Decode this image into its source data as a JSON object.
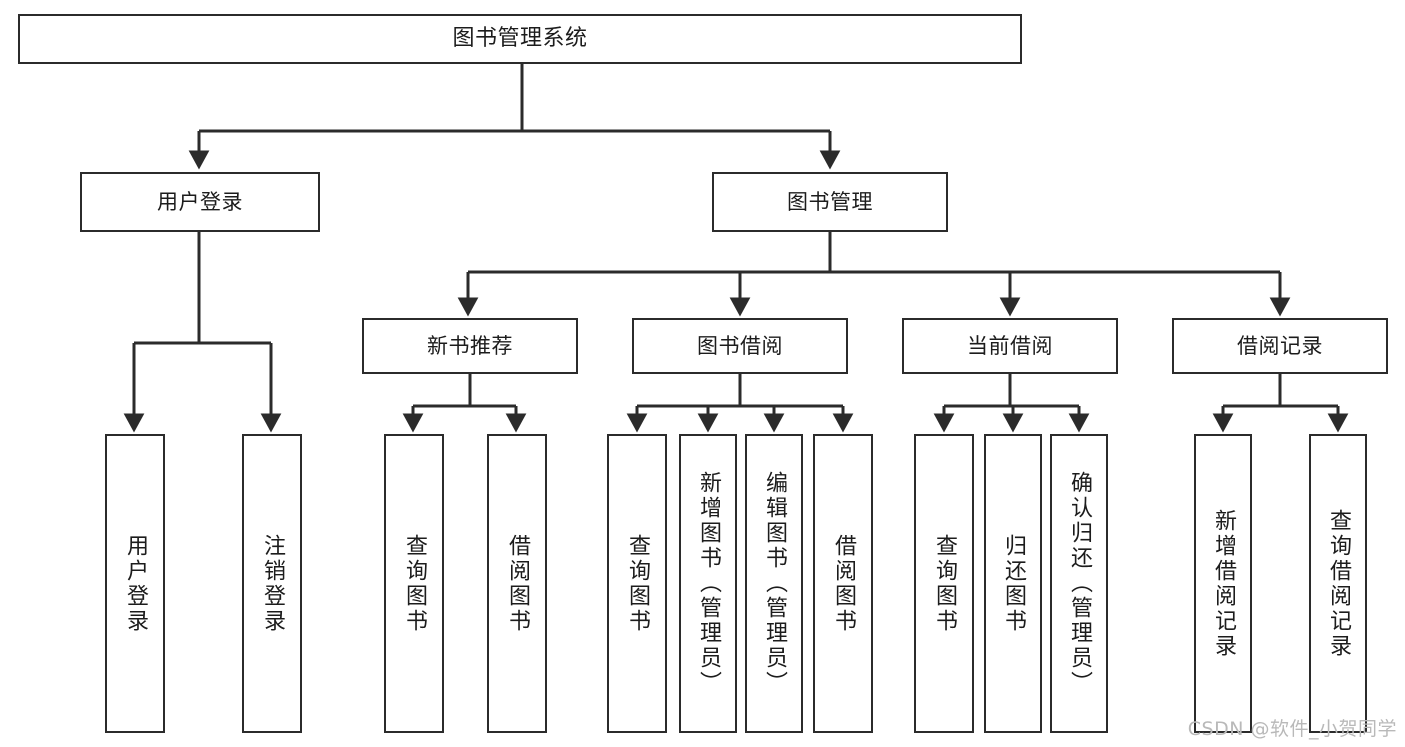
{
  "diagram": {
    "title": "图书管理系统",
    "type": "tree",
    "root": {
      "label": "图书管理系统"
    },
    "level2": [
      {
        "label": "用户登录"
      },
      {
        "label": "图书管理"
      }
    ],
    "level3": [
      {
        "label": "新书推荐"
      },
      {
        "label": "图书借阅"
      },
      {
        "label": "当前借阅"
      },
      {
        "label": "借阅记录"
      }
    ],
    "leaves": {
      "user_login": [
        {
          "label": "用户登录"
        },
        {
          "label": "注销登录"
        }
      ],
      "new_book_recommend": [
        {
          "label": "查询图书"
        },
        {
          "label": "借阅图书"
        }
      ],
      "book_borrow": [
        {
          "label": "查询图书"
        },
        {
          "label": "新增图书（管理员）"
        },
        {
          "label": "编辑图书（管理员）"
        },
        {
          "label": "借阅图书"
        }
      ],
      "current_borrow": [
        {
          "label": "查询图书"
        },
        {
          "label": "归还图书"
        },
        {
          "label": "确认归还（管理员）"
        }
      ],
      "borrow_record": [
        {
          "label": "新增借阅记录"
        },
        {
          "label": "查询借阅记录"
        }
      ]
    }
  },
  "watermark": {
    "text": "CSDN @软件_小贺同学"
  },
  "colors": {
    "stroke": "#2b2b2b",
    "background": "#ffffff",
    "text": "#1c1c1c",
    "watermark": "#b9b9b9"
  }
}
